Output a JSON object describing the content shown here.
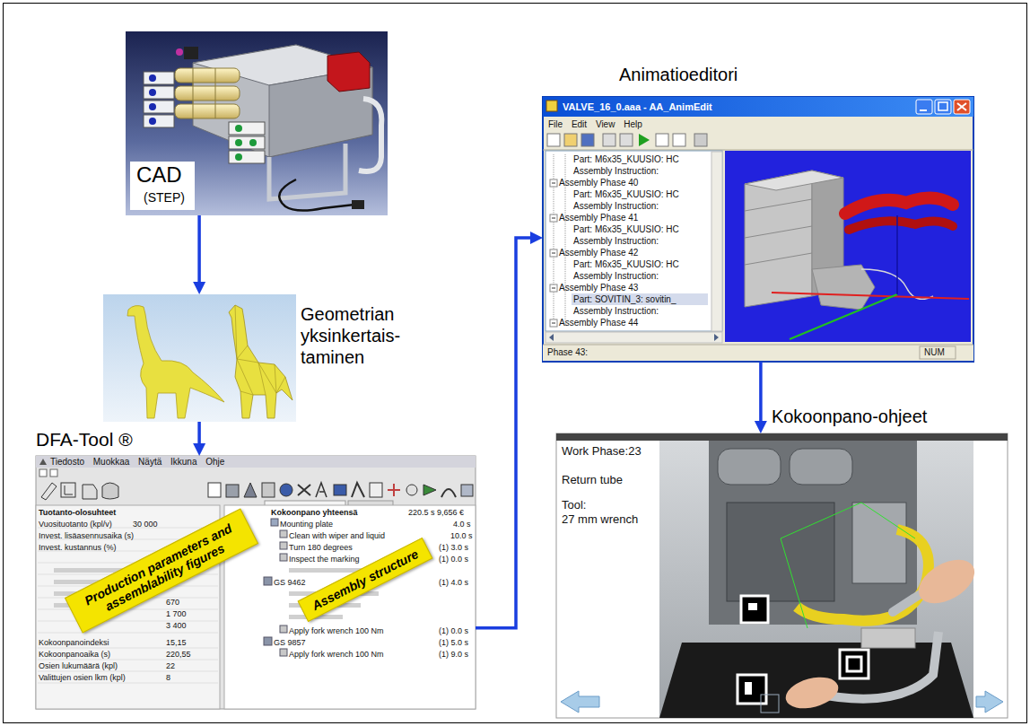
{
  "diagram": {
    "nodes": [
      {
        "text": [
          "CAD",
          "(STEP)"
        ]
      },
      {
        "text": [
          "Geometrian yksinkertais- taminen"
        ]
      },
      {
        "text": [
          "DFA-Tool ®"
        ]
      },
      {
        "text": [
          "Production parameters and assemblability figures"
        ],
        "in": 2
      },
      {
        "text": [
          "Assembly structure"
        ],
        "in": 2
      },
      {
        "text": [
          "Animatioeditori"
        ]
      },
      {
        "text": [
          "Work Phase:23",
          "Return tube",
          "Tool:",
          "27 mm wrench"
        ]
      }
    ],
    "edges": [
      {
        "from": 0,
        "to": 1,
        "arrow": "to"
      },
      {
        "from": 1,
        "to": 2,
        "arrow": "to"
      },
      {
        "from": 2,
        "to": 5,
        "arrow": "to"
      },
      {
        "from": 5,
        "to": 6,
        "arrow": "to",
        "label": "Kokoonpano-ohjeet"
      }
    ],
    "labels": [
      "Tiedosto Muokkaa Näytä Ikkuna Ohje",
      "Tuotanto-olosuhteet",
      "Vuosituotanto (kpl/v)",
      "30 000",
      "Invest. lisäasennusaika (s)",
      "Invest. kustannus (%)",
      "670",
      "1 700",
      "3 400",
      "Kokoonpanoindeksi",
      "15,15",
      "Kokoonpanoaika (s)",
      "220,55",
      "Osien lukumäärä (kpl)",
      "22",
      "Valittujen osien lkm (kpl)",
      "8",
      "Kokoonpano yhteensä",
      "220.5 s 9,656 €",
      "Mounting plate",
      "4.0 s",
      "Clean with wiper and liquid",
      "10.0 s",
      "Turn 180 degrees",
      "(1) 3.0 s",
      "Inspect the marking",
      "(1) 0.0 s",
      "GS 9462",
      "(1) 4.0 s",
      "Apply fork wrench 100 Nm",
      "(1) 0.0 s",
      "GS 9857",
      "(1) 5.0 s",
      "Apply fork wrench 100 Nm",
      "(1) 9.0 s",
      "VALVE_16_0.aaa - AA_AnimEdit",
      "File Edit View Help",
      "Part: M6x35_KUUSIO: HC",
      "Assembly Instruction:",
      "Assembly Phase 40",
      "Part: M6x35_KUUSIO: HC",
      "Assembly Instruction:",
      "Assembly Phase 41",
      "Part: M6x35_KUUSIO: HC",
      "Assembly Instruction:",
      "Assembly Phase 42",
      "Part: M6x35_KUUSIO: HC",
      "Assembly Instruction:",
      "Assembly Phase 43",
      "Part: SOVITIN_3: sovitin_",
      "Assembly Instruction:",
      "Assembly Phase 44",
      "Phase 43:",
      "NUM"
    ]
  }
}
